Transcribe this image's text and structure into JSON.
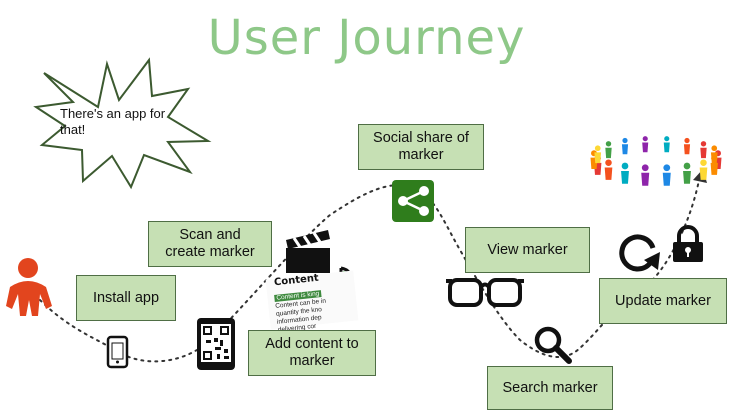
{
  "title": "User Journey",
  "callout": {
    "text": "There's an app for that!"
  },
  "steps": {
    "install": "Install app",
    "scan": "Scan and create marker",
    "add": "Add content to marker",
    "social": "Social share of marker",
    "view": "View marker",
    "search": "Search marker",
    "update": "Update marker"
  },
  "content_badge": {
    "heading": "Content",
    "highlight": "Content is king",
    "lines": [
      "Content can be in",
      "quantity the kno",
      "information dep",
      "delivering cor"
    ]
  },
  "colors": {
    "title": "#8ec888",
    "step_fill": "#c6e0b4",
    "step_border": "#4f6e45",
    "burst_fill": "#ffffff",
    "burst_stroke": "#3c5a30",
    "user_icon": "#e2451e",
    "share_tile": "#2f7d1c",
    "dotted_path": "#333333"
  },
  "icons": [
    "user-icon",
    "phone-icon",
    "qr-code-icon",
    "clapper-board-icon",
    "music-note-icon",
    "share-icon",
    "glasses-icon",
    "search-icon",
    "refresh-icon",
    "lock-icon",
    "people-circle-icon",
    "burst-callout"
  ]
}
